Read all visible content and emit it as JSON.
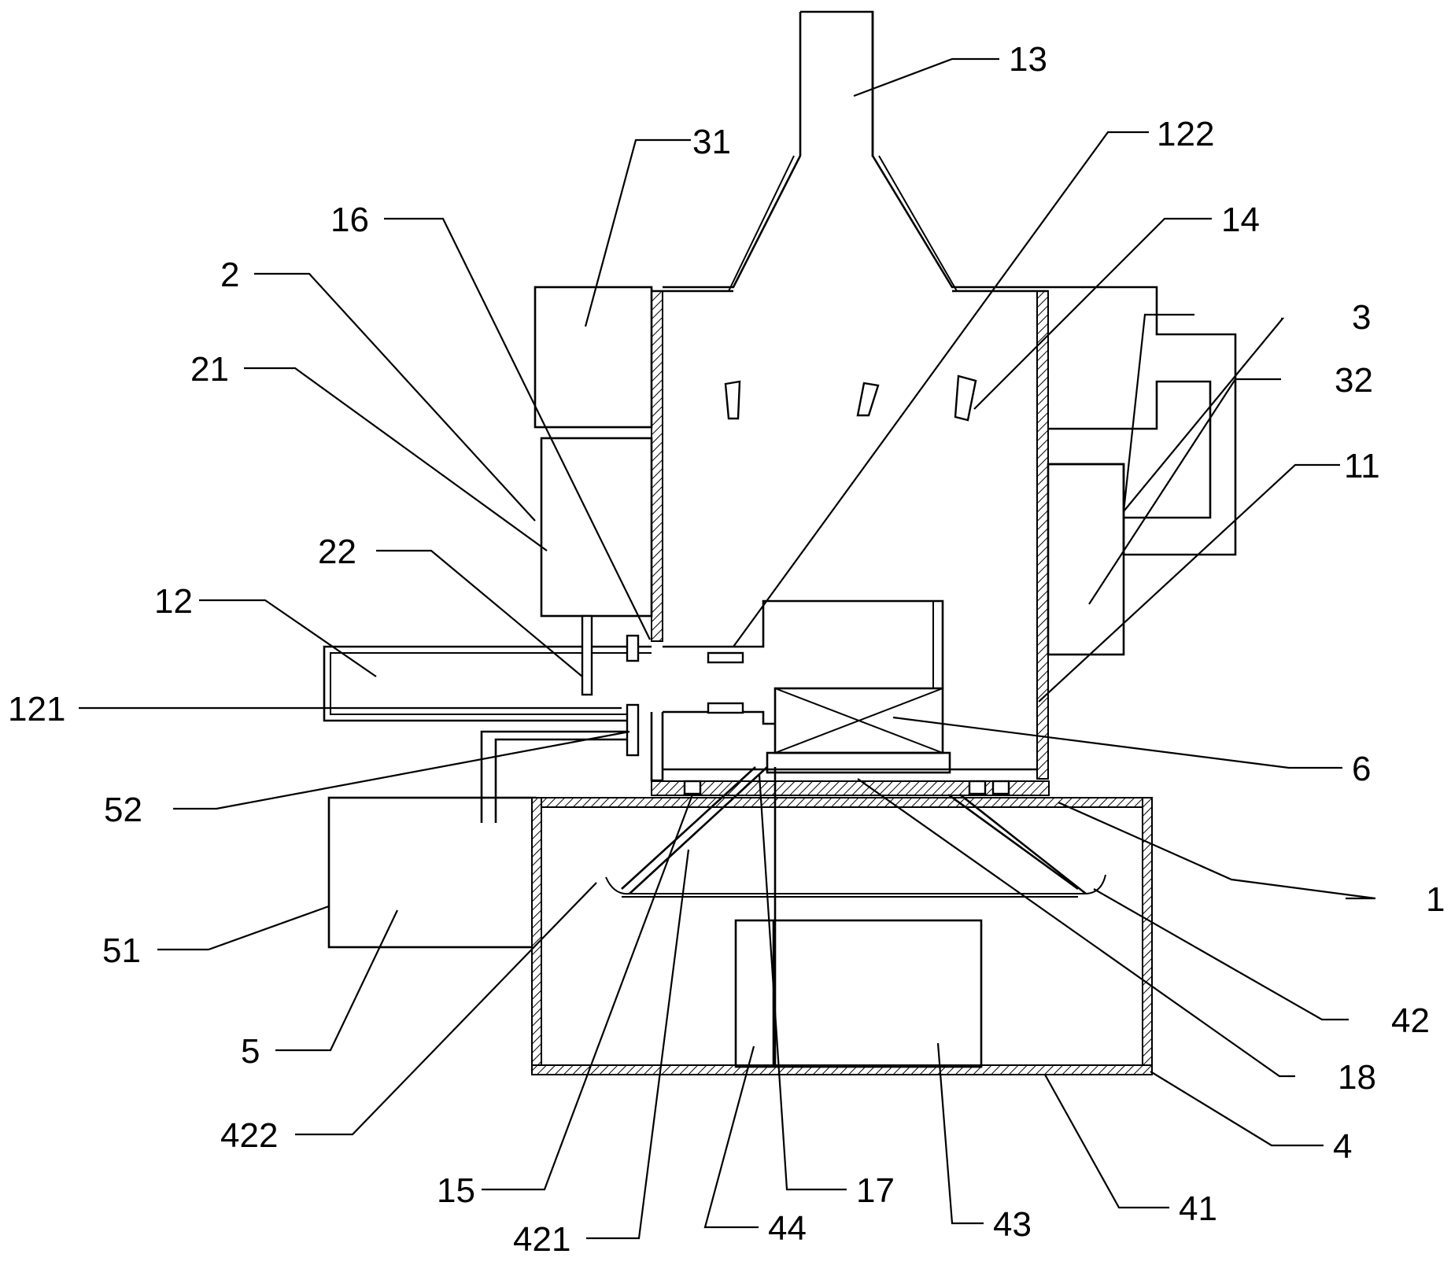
{
  "labels": {
    "l1": "1",
    "l2": "2",
    "l3": "3",
    "l4": "4",
    "l5": "5",
    "l6": "6",
    "l11": "11",
    "l12": "12",
    "l13": "13",
    "l14": "14",
    "l15": "15",
    "l16": "16",
    "l17": "17",
    "l18": "18",
    "l21": "21",
    "l22": "22",
    "l31": "31",
    "l32": "32",
    "l41": "41",
    "l42": "42",
    "l43": "43",
    "l44": "44",
    "l51": "51",
    "l52": "52",
    "l121": "121",
    "l122": "122",
    "l421": "421",
    "l422": "422"
  }
}
